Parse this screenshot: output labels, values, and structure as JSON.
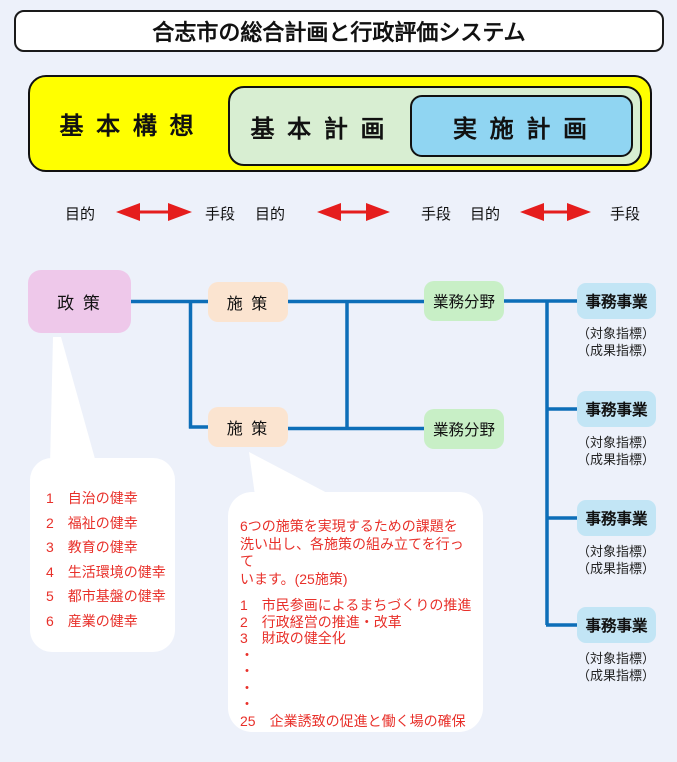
{
  "title": "合志市の総合計画と行政評価システム",
  "plans": {
    "basic_concept": "基 本 構 想",
    "basic_plan": "基 本 計 画",
    "implementation_plan": "実 施 計 画"
  },
  "relations": {
    "purpose": "目的",
    "means": "手段"
  },
  "flow": {
    "policy": "政 策",
    "measure": "施 策",
    "business_field": "業務分野",
    "project": "事務事業",
    "target_indicator": "（対象指標）",
    "outcome_indicator": "（成果指標）"
  },
  "policy_callout": {
    "items": [
      "1　自治の健幸",
      "2　福祉の健幸",
      "3　教育の健幸",
      "4　生活環境の健幸",
      "5　都市基盤の健幸",
      "6　産業の健幸"
    ]
  },
  "measure_callout": {
    "paragraph": "6つの施策を実現するための課題を\n洗い出し、各施策の組み立てを行って\nいます。(25施策)",
    "items": [
      "1　市民参画によるまちづくりの推進",
      "2　行政経営の推進・改革",
      "3　財政の健全化",
      "・",
      "・",
      "・",
      "・",
      "25　企業誘致の促進と働く場の確保"
    ]
  },
  "colors": {
    "background": "#edf1fa",
    "basic_concept_fill": "#ffff00",
    "basic_plan_fill": "#d8eed2",
    "implementation_fill": "#90d5f2",
    "policy_fill": "#eec8ea",
    "measure_fill": "#fbe4d0",
    "field_fill": "#c8efc6",
    "project_fill": "#c2e5f5",
    "connector_blue": "#0d6eb8",
    "accent_red": "#e8302a"
  }
}
